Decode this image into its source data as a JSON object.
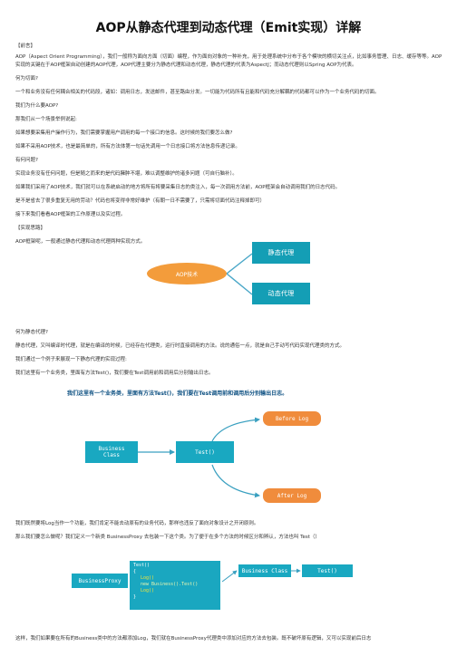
{
  "title": "AOP从静态代理到动态代理（Emit实现）详解",
  "paragraphs_top": [
    "【前言】",
    "AOP（Aspect Orient Programming），我们一般称为面向方面（切面）编程，作为面向对象的一种补充，用于处理系统中分布于各个模块的横切关注点，比如事务管理、日志、缓存等等。AOP实现的关键在于AOP框架自动创建的AOP代理，AOP代理主要分为静态代理和动态代理，静态代理的代表为AspectJ；而动态代理则以Spring AOP为代表。",
    "何为切面?",
    "一个和业务没有任何耦合相关的代码段，诸如：调用日志，发送邮件，甚至路由分发。一切能为代码所有且能和代码充分解耦的代码都可以作为一个业务代码的切面。",
    "我们为什么要AOP?",
    "那我们从一个场景举例说起:",
    "如果想要采集用户操作行为，我们需要掌握用户调用的每一个接口的信息。这时候的我们要怎么做?",
    "如果不采用AOP技术，也是最简单的，所有方法体第一句话先调用一个日志接口将方法信息传递记录。",
    "有何问题?",
    "实现业务没有任何问题，但是随之而来的是代码臃肿不堪，难以调整维护的诸多问题（可自行脑补）。",
    "如果我们采用了AOP技术，我们就可以在系统启动的地方将所有将要采集日志的类注入，每一次调用方法前，AOP框架会自动调用我们的日志代码。",
    "是不是省去了很多重复无用的劳动？代码也将变得非常好维护（有朝一日不需要了，只需将切面代码注释掉即可）",
    "接下来我们看看AOP框架的工作原理以及实过程。",
    "【实现思路】",
    "AOP框架呢，一般通过静态代理和动态代理两种实现方式。"
  ],
  "diagram1": {
    "center": "AOP技术",
    "top": "静态代理",
    "bottom": "动态代理"
  },
  "paragraphs_mid": [
    "何为静态代理?",
    "静态代理，又叫编译时代理，就是在编译的时候，已经存在代理类，运行时直接调用的方法。说的通俗一点，就是自己手动写代码实现代理类的方式。",
    "我们通过一个例子来展现一下静态代理的实现过程:",
    "我们这里有一个业务类，里面有方法Test()，我们要在Test调用前和调用后分别输出日志。"
  ],
  "diagram2": {
    "caption": "我们这里有一个业务类，里面有方法Test()，我们要在Test调用前和调用后分别输出日志。",
    "before": "Before Log",
    "after": "After Log",
    "business_line1": "Business",
    "business_line2": "Class",
    "test": "Test()"
  },
  "paragraphs_low": [
    "我们既然要将Log当作一个功能，我们肯定不能去动原有的业务代码，那样也违反了面向对象设计之开闭原则。",
    "那么我们要怎么做呢？我们定义一个新类 BusinessProxy 去包装一下这个类。为了便于在多个方法的时候区分和辨认，方法也叫 Test（）"
  ],
  "diagram3": {
    "proxy": "BusinessProxy",
    "business": "Business Class",
    "test": "Test()",
    "code": [
      "Test()",
      "{",
      "Log()",
      "new Business().Test()",
      "Log()",
      "}"
    ]
  },
  "tail": "这样，我们如果要在所有的Business类中的方法都添加Log，我们就在BusinessProxy代理类中添加对应的方法去包装。既不破坏原有逻辑，又可以实现前后日志"
}
